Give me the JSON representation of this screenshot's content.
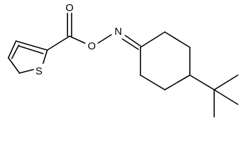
{
  "molecule": {
    "atoms": {
      "carbonyl_oxygen": "O",
      "ester_oxygen": "O",
      "imine_nitrogen": "N",
      "thiophene_sulfur": "S"
    }
  },
  "colors": {
    "bond": "#000000",
    "label": "#000000",
    "background": "#ffffff"
  }
}
